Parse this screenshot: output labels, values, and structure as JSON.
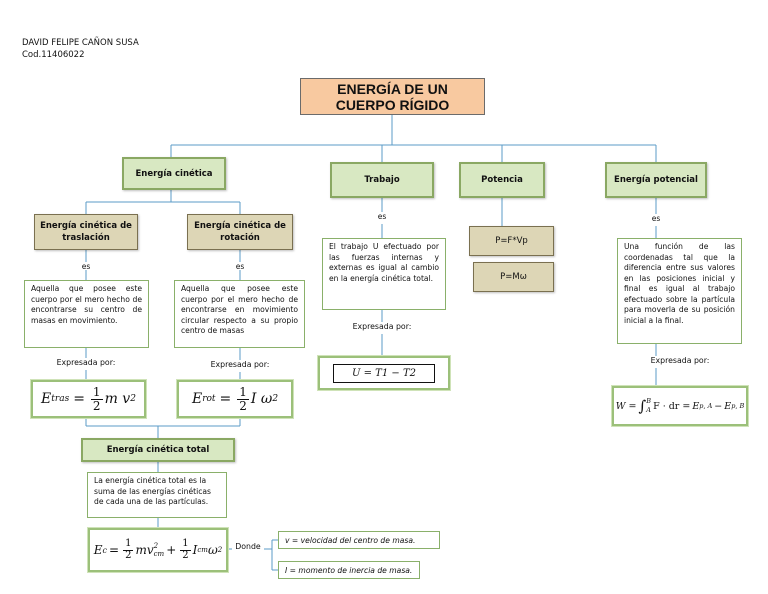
{
  "author": {
    "name": "DAVID FELIPE CAÑON SUSA",
    "code": "Cod.11406022"
  },
  "title": "ENERGÍA DE UN CUERPO RÍGIDO",
  "branches": {
    "kinetic": "Energía cinética",
    "work": "Trabajo",
    "power": "Potencia",
    "potential": "Energía potencial"
  },
  "kinetic": {
    "translation": {
      "title": "Energía cinética de traslación",
      "es": "es",
      "desc": "Aquella que posee este cuerpo por el mero hecho de encontrarse su centro de masas en movimiento.",
      "expressed": "Expresada por:",
      "formula_lhs": "E",
      "formula_sub": "tras",
      "formula_eq": "=",
      "formula_num": "1",
      "formula_den": "2",
      "formula_rhs": "m v",
      "formula_exp": "2"
    },
    "rotation": {
      "title": "Energía cinética de rotación",
      "es": "es",
      "desc": "Aquella que posee este cuerpo por el mero hecho de encontrarse en movimiento circular respecto a su propio centro de masas",
      "expressed": "Expresada por:",
      "formula_lhs": "E",
      "formula_sub": "rot",
      "formula_eq": "=",
      "formula_num": "1",
      "formula_den": "2",
      "formula_rhs": "I ω",
      "formula_exp": "2"
    },
    "total": {
      "title": "Energía cinética total",
      "desc": "La energía cinética total es la suma de las energías cinéticas de cada una de las partículas.",
      "formula_lhs": "E",
      "formula_lhs_sub": "c",
      "formula_eq": "=",
      "f1_num": "1",
      "f1_den": "2",
      "term1": "mv",
      "term1_sub": "cm",
      "term1_exp": "2",
      "plus": "+",
      "f2_num": "1",
      "f2_den": "2",
      "term2": "I",
      "term2_sub": "cm",
      "term2_tail": "ω",
      "term2_exp": "2",
      "where": "Donde",
      "legend_v": "v = velocidad del centro de masa.",
      "legend_i": "I = momento de inercia de masa."
    }
  },
  "work": {
    "es": "es",
    "desc": "El trabajo U efectuado por las fuerzas internas y externas es igual al cambio en la energía cinética total.",
    "expressed": "Expresada por:",
    "formula": "U = T1 − T2"
  },
  "power": {
    "f1": "P=F*Vp",
    "f2": "P=Mω"
  },
  "potential": {
    "es": "es",
    "desc": "Una función de las coordenadas tal que la diferencia entre sus valores en las posiciones inicial y final es igual al trabajo efectuado sobre la partícula para moverla de su posición inicial a la final.",
    "expressed": "Expresada por:",
    "formula_lhs": "W =",
    "formula_int": "∫",
    "formula_upper": "B",
    "formula_lower": "A",
    "formula_body": "F · dr =",
    "formula_e1": "E",
    "formula_e1_sub": "p, A",
    "formula_minus": "−",
    "formula_e2": "E",
    "formula_e2_sub": "p, B"
  },
  "colors": {
    "title_fill": "#f8c9a0",
    "green_fill": "#d8e8c2",
    "green_border": "#8aa863",
    "tan_fill": "#ddd6b6",
    "line": "#5b9bc7"
  }
}
